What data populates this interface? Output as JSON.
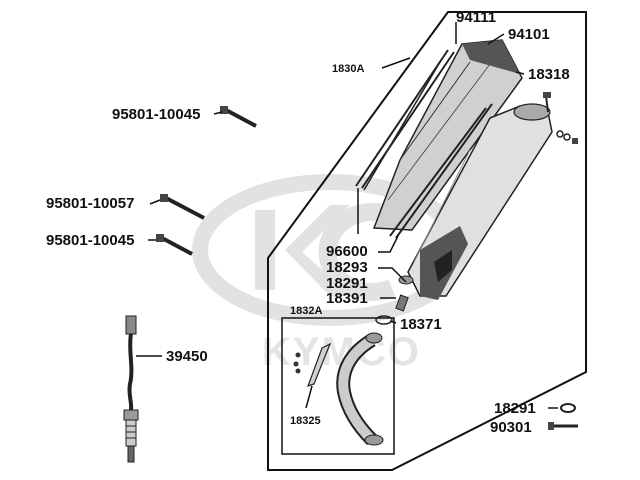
{
  "diagram": {
    "watermark_text": "KYMCO",
    "colors": {
      "ink": "#111111",
      "watermark": "#e2e2e2",
      "part_fill": "#d9d9d9",
      "part_dark": "#555555"
    },
    "labels": {
      "p94111": "94111",
      "p94101": "94101",
      "p1830A": "1830A",
      "p18318": "18318",
      "p95801_10045_top": "95801-10045",
      "p95801_10057": "95801-10057",
      "p95801_10045_mid": "95801-10045",
      "p96600": "96600",
      "p18293": "18293",
      "p18291_a": "18291",
      "p18391": "18391",
      "p1832A": "1832A",
      "p18371": "18371",
      "p39450": "39450",
      "p18325": "18325",
      "p18291_b": "18291",
      "p90301": "90301"
    }
  }
}
